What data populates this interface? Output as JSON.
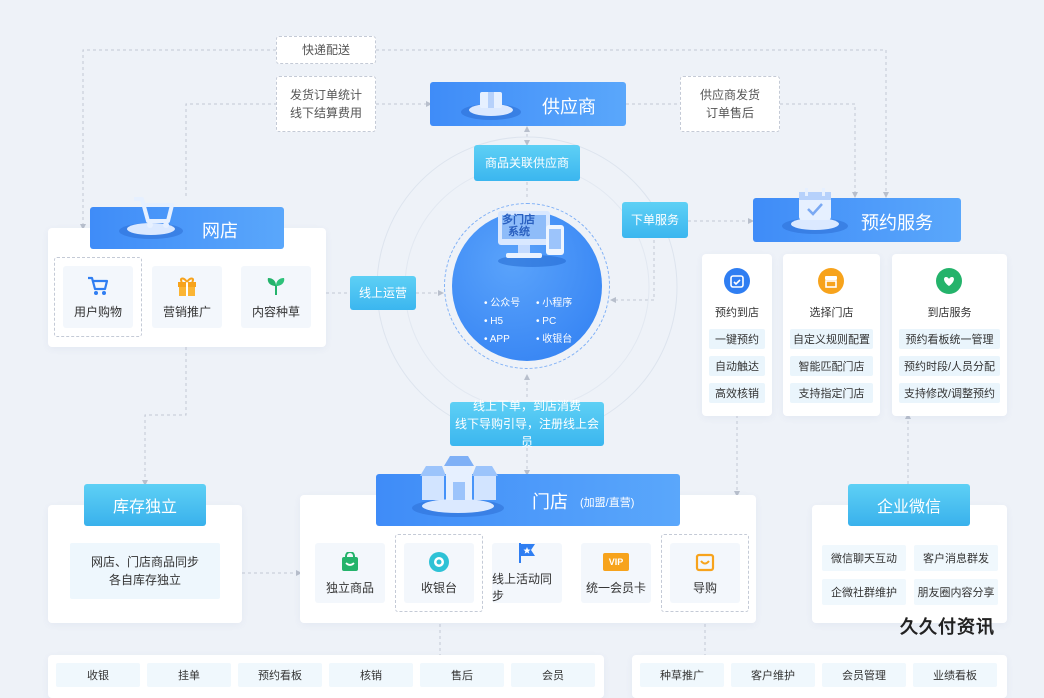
{
  "notes": {
    "express": "快递配送",
    "order_stats_1": "发货订单统计",
    "order_stats_2": "线下结算费用",
    "supplier_ship_1": "供应商发货",
    "supplier_ship_2": "订单售后"
  },
  "supplier": {
    "title": "供应商",
    "link_label": "商品关联供应商"
  },
  "center": {
    "title_1": "多门店",
    "title_2": "系统",
    "channels": [
      "公众号",
      "小程序",
      "H5",
      "PC",
      "APP",
      "收银台"
    ]
  },
  "connectors": {
    "online_ops": "线上运营",
    "order_service": "下单服务",
    "o2o_1": "线上下单，到店消费",
    "o2o_2": "线下导购引导，注册线上会员"
  },
  "online_store": {
    "title": "网店",
    "items": [
      "用户购物",
      "营销推广",
      "内容种草"
    ]
  },
  "booking": {
    "title": "预约服务",
    "columns": [
      {
        "head": "预约到店",
        "items": [
          "一键预约",
          "自动触达",
          "高效核销"
        ]
      },
      {
        "head": "选择门店",
        "items": [
          "自定义规则配置",
          "智能匹配门店",
          "支持指定门店"
        ]
      },
      {
        "head": "到店服务",
        "items": [
          "预约看板统一管理",
          "预约时段/人员分配",
          "支持修改/调整预约"
        ]
      }
    ]
  },
  "inventory": {
    "title": "库存独立",
    "desc_1": "网店、门店商品同步",
    "desc_2": "各自库存独立"
  },
  "store": {
    "title": "门店",
    "subtitle": "(加盟/直营)",
    "items": [
      "独立商品",
      "收银台",
      "线上活动同步",
      "统一会员卡",
      "导购"
    ],
    "vip_badge": "VIP"
  },
  "wecom": {
    "title": "企业微信",
    "items": [
      "微信聊天互动",
      "客户消息群发",
      "企微社群维护",
      "朋友圈内容分享"
    ]
  },
  "bottom_left": [
    "收银",
    "挂单",
    "预约看板",
    "核销",
    "售后",
    "会员"
  ],
  "bottom_right": [
    "种草推广",
    "客户维护",
    "会员管理",
    "业绩看板"
  ],
  "watermark": "久久付资讯",
  "colors": {
    "primary": "#3f8cf8",
    "cyan": "#3bb6ef",
    "background": "#eef2f8",
    "center_disc": "#3f8cf8"
  }
}
